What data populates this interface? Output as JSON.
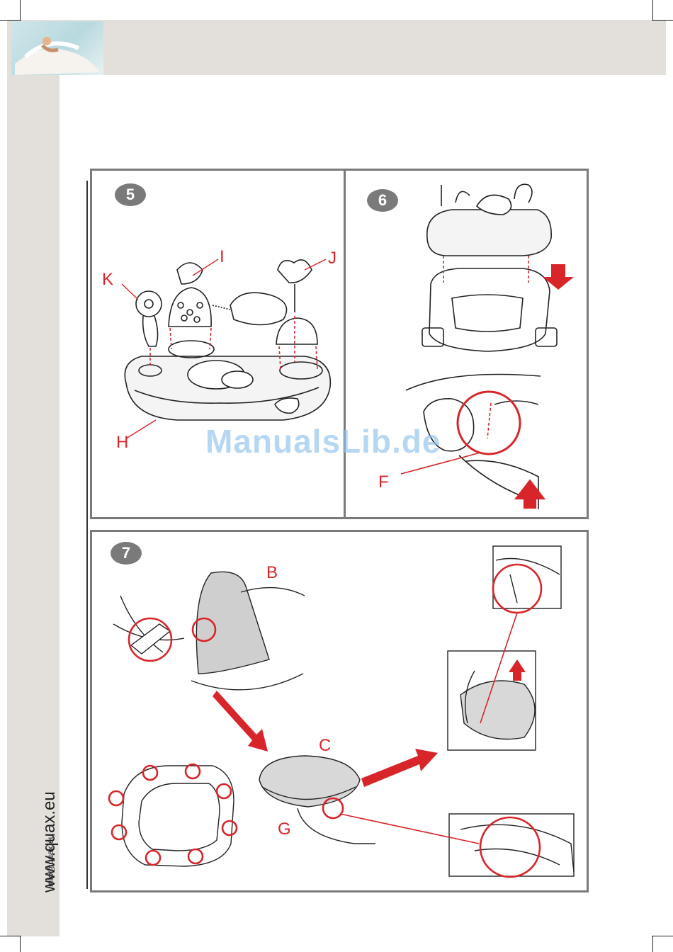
{
  "footer": {
    "website": "www.quax.eu",
    "email": "info@quax.eu"
  },
  "watermark": "ManualsLib.de",
  "steps": {
    "step5": {
      "number": "5",
      "labels": {
        "h": "H",
        "i": "I",
        "j": "J",
        "k": "K"
      }
    },
    "step6": {
      "number": "6",
      "labels": {
        "f": "F"
      }
    },
    "step7": {
      "number": "7",
      "labels": {
        "b": "B",
        "c": "C",
        "g": "G"
      }
    }
  },
  "colors": {
    "accent": "#d8252a",
    "panel_border": "#7a7a7a",
    "band": "#e3e0dc",
    "watermark": "#8ec3ee"
  }
}
